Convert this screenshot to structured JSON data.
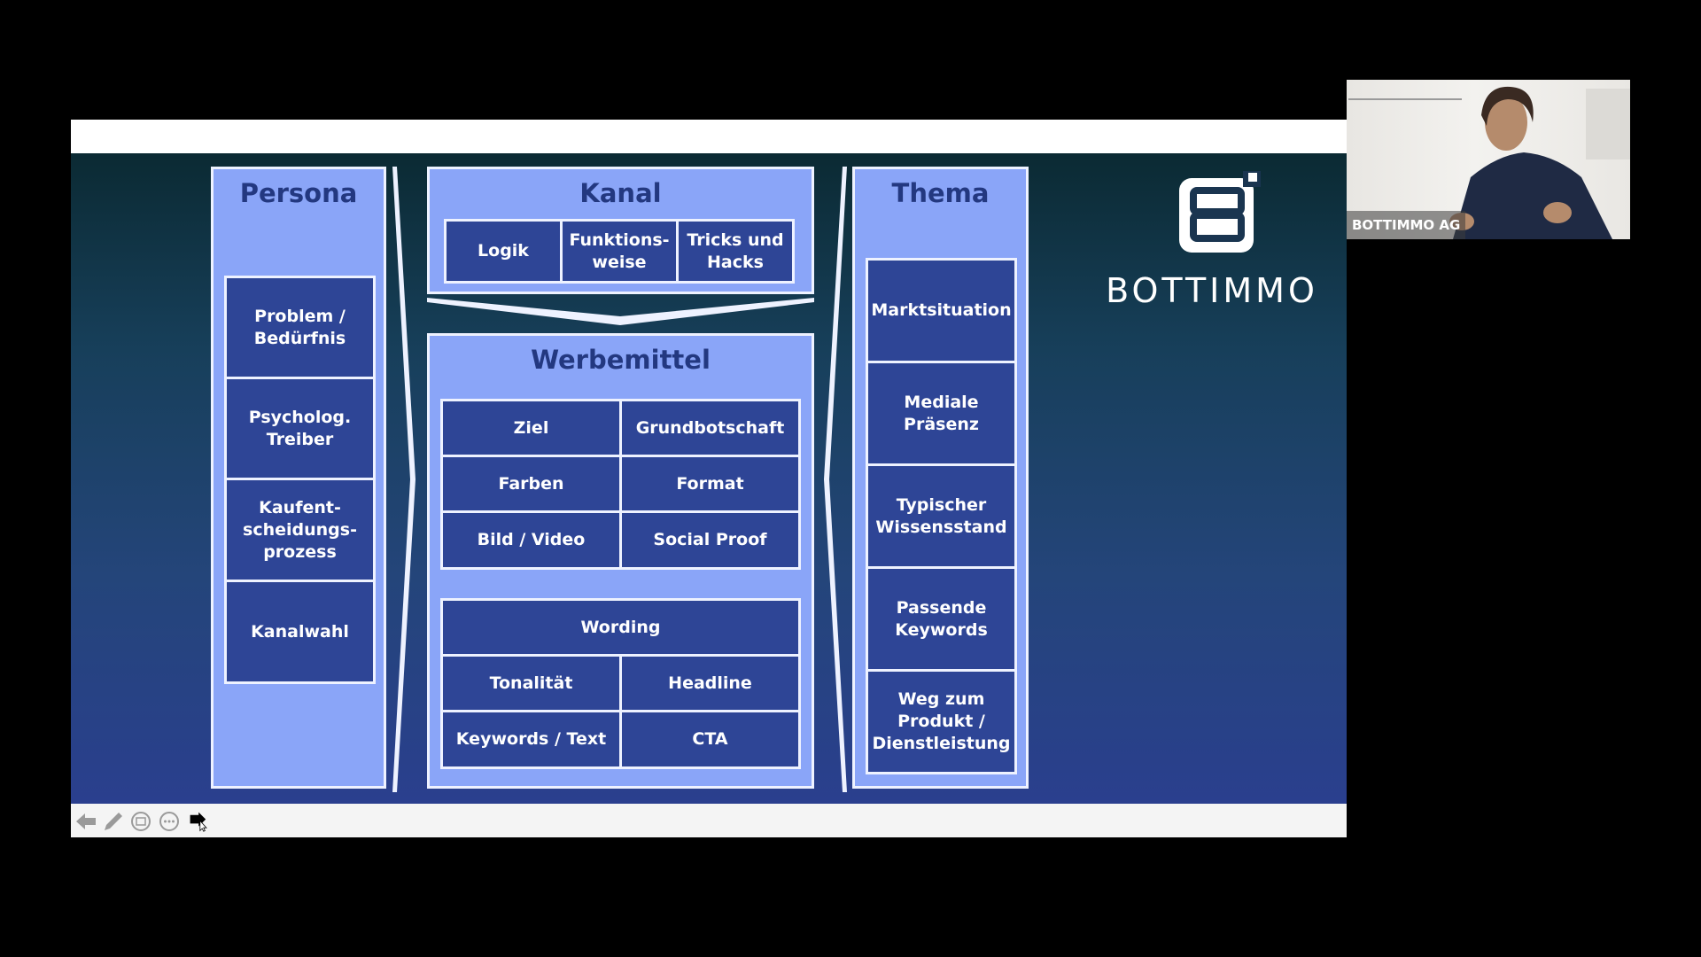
{
  "slide": {
    "persona": {
      "title": "Persona",
      "items": [
        "Problem /\nBedürfnis",
        "Psycholog.\nTreiber",
        "Kaufent-\nscheidungs-\nprozess",
        "Kanalwahl"
      ]
    },
    "kanal": {
      "title": "Kanal",
      "items": [
        "Logik",
        "Funktions-\nweise",
        "Tricks und\nHacks"
      ]
    },
    "werbemittel": {
      "title": "Werbemittel",
      "grid": [
        "Ziel",
        "Grundbotschaft",
        "Farben",
        "Format",
        "Bild / Video",
        "Social Proof"
      ],
      "wording": "Wording",
      "wording_grid": [
        "Tonalität",
        "Headline",
        "Keywords / Text",
        "CTA"
      ]
    },
    "thema": {
      "title": "Thema",
      "items": [
        "Marktsituation",
        "Mediale\nPräsenz",
        "Typischer\nWissensstand",
        "Passende\nKeywords",
        "Weg zum\nProdukt /\nDienstleistung"
      ]
    },
    "logo_text": "BOTTIMMO"
  },
  "toolbar": {
    "icons": [
      "back-arrow-icon",
      "pen-icon",
      "slides-grid-icon",
      "more-options-icon",
      "pointer-icon"
    ]
  },
  "video": {
    "participant_name": "BOTTIMMO AG"
  },
  "colors": {
    "panel": "#8aa5f8",
    "cell": "#2e4596",
    "title": "#233880"
  }
}
